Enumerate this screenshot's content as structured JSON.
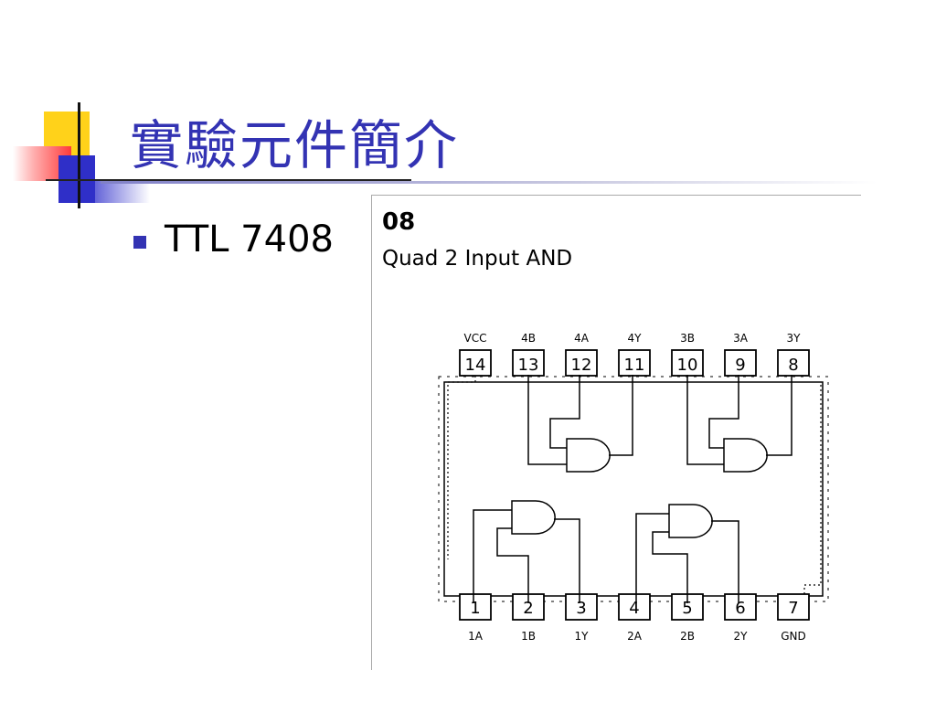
{
  "slide": {
    "title": "實驗元件簡介",
    "bullet": "TTL 7408"
  },
  "figure": {
    "chip_number": "08",
    "description": "Quad 2 Input AND",
    "top_pins": [
      {
        "num": "14",
        "label": "VCC"
      },
      {
        "num": "13",
        "label": "4B"
      },
      {
        "num": "12",
        "label": "4A"
      },
      {
        "num": "11",
        "label": "4Y"
      },
      {
        "num": "10",
        "label": "3B"
      },
      {
        "num": "9",
        "label": "3A"
      },
      {
        "num": "8",
        "label": "3Y"
      }
    ],
    "bottom_pins": [
      {
        "num": "1",
        "label": "1A"
      },
      {
        "num": "2",
        "label": "1B"
      },
      {
        "num": "3",
        "label": "1Y"
      },
      {
        "num": "4",
        "label": "2A"
      },
      {
        "num": "5",
        "label": "2B"
      },
      {
        "num": "6",
        "label": "2Y"
      },
      {
        "num": "7",
        "label": "GND"
      }
    ]
  },
  "colors": {
    "title": "#3333b3",
    "bullet": "#3333b3",
    "accent_yellow": "#ffd21a",
    "accent_red": "#ff3a3a",
    "accent_blue": "#2f2fc8"
  }
}
